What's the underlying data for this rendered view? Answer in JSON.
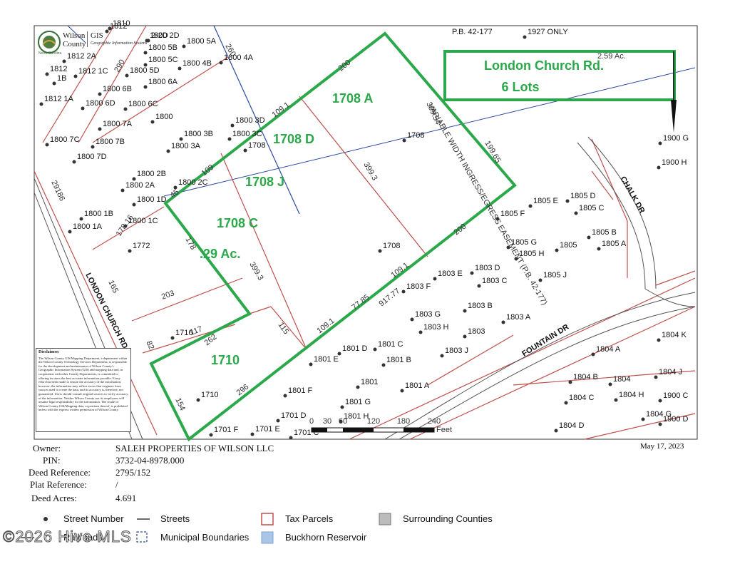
{
  "header": {
    "org_line1": "Wilson",
    "org_line2": "County",
    "org_line3": "North Carolina",
    "dept_line1": "GIS",
    "dept_line2": "Geographic Information Systems"
  },
  "map": {
    "plat_ref_top": "P.B. 42-177",
    "road_labels": [
      "LONDON CHURCH RD",
      "FOUNTAIN DR",
      "CHALK DR"
    ],
    "parcel_labels": [
      "1708 A",
      "1708 D",
      "1708 J",
      "1708 C",
      ".29 Ac.",
      "1710"
    ],
    "callout_line1": "London Church Rd.",
    "callout_line2": "6 Lots",
    "acres_note": "2.59 Ac.",
    "dims": [
      "200",
      "399.54",
      "199.65",
      "399.3",
      "399.3",
      "200",
      "109.1",
      "109.1",
      "77.85",
      "917.77",
      "109.1",
      "45",
      "109",
      "178",
      "203",
      "117",
      "262",
      "296",
      "154",
      "165",
      "82",
      "115",
      "29186",
      "260",
      "290",
      "178.16"
    ],
    "easement_note": "VARIABLE WIDTH INGRESS/EGRESS EASEMENT (P.B. 42-177)",
    "street_numbers": [
      "1800 5A",
      "1800 5B",
      "1800 5C",
      "1800 4B",
      "1800 4A",
      "1812 2A",
      "1812",
      "1812 1C",
      "1800 5D",
      "1B",
      "1800 6A",
      "1800 6B",
      "1812 1A",
      "1800 6D",
      "1800 6C",
      "1800",
      "1800 7A",
      "1800 7C",
      "1800 7B",
      "1800 3B",
      "1800 3C",
      "1800 3D",
      "1800 3A",
      "1708",
      "1800 7D",
      "1800 2D",
      "1800 2B",
      "1800 2A",
      "1800 2C",
      "1800 1D",
      "1800 1B",
      "1800 1C",
      "1800 1A",
      "1772",
      "1716",
      "1710",
      "1708",
      "1708",
      "1927 ONLY",
      "1900 G",
      "1900 H",
      "1805 E",
      "1805 D",
      "1805 F",
      "1805 C",
      "1805 B",
      "1805 G",
      "1805",
      "1805 A",
      "1805 H",
      "1805 J",
      "1803 E",
      "1803 D",
      "1803 C",
      "1803 F",
      "1803 B",
      "1803 G",
      "1803 A",
      "1803 H",
      "1803",
      "1801 D",
      "1801 C",
      "1803 J",
      "1801 E",
      "1801 B",
      "1801",
      "1801 A",
      "1801 F",
      "1801 G",
      "1701 D",
      "1801 H",
      "1701 F",
      "1701 E",
      "1701 C",
      "1804 K",
      "1804 A",
      "1804 J",
      "1804 B",
      "1804",
      "1804 C",
      "1804 H",
      "1900 C",
      "1804 G",
      "1900 D",
      "1804 D",
      "2-2D",
      "1812",
      "1810"
    ],
    "scale_ticks": [
      "0",
      "30",
      "60",
      "120",
      "180",
      "240"
    ],
    "scale_unit": "Feet"
  },
  "disclaimer": {
    "title": "Disclaimer:",
    "body": "The Wilson County GIS/Mapping Department, a department within the Wilson County Technology Services Department, is responsible for the development and maintenance of Wilson County's Geographic Information System (GIS) and mapping data and, in cooperation with other County Departments, is committed to offering its users the best accurate information possible. Every effort has been made to ensure the accuracy of the information; however, the information may reflect errors that originate from sources used to create the data, and its accuracy is, therefore, not guaranteed. Users should consult original sources to verify accuracy of the information. Neither Wilson County nor its employees will assume legal responsibility for the information. The resale of Wilson County GIS/Mapping data, or portions thereof, is prohibited unless with the express written permission of Wilson County."
  },
  "info": {
    "owner_label": "Owner:",
    "owner_value": "SALEH PROPERTIES OF WILSON LLC",
    "pin_label": "PIN:",
    "pin_value": "3732-04-8978.000",
    "deed_ref_label": "Deed Reference:",
    "deed_ref_value": "2795/152",
    "plat_ref_label": "Plat Reference:",
    "plat_ref_value": "/",
    "deed_acres_label": "Deed Acres:",
    "deed_acres_value": "4.691",
    "date": "May 17, 2023"
  },
  "legend": {
    "street_number": "Street Number",
    "streets": "Streets",
    "tax_parcels": "Tax Parcels",
    "surrounding_counties": "Surrounding Counties",
    "railroads": "Railroads",
    "municipal_boundaries": "Municipal Boundaries",
    "buckhorn_reservoir": "Buckhorn Reservoir"
  },
  "watermark": "©2026 Hive MLS",
  "colors": {
    "highlight": "#2aa84a",
    "parcel": "#c0504d",
    "municipal": "#2b4aa0",
    "road": "#555555"
  }
}
